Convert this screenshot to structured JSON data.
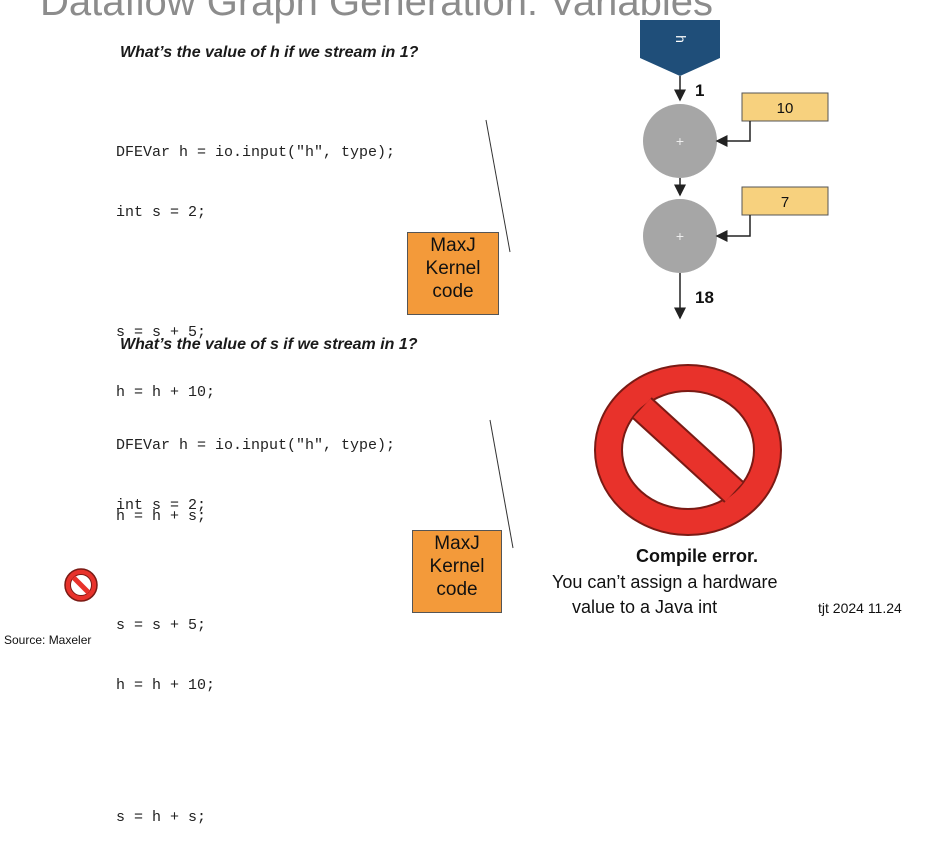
{
  "slide": {
    "title": "Dataflow Graph Generation: Variables",
    "footer_source": "Source: Maxeler",
    "footer_stamp": "tjt 2024 11.24"
  },
  "section1": {
    "question": "What’s the value of h if we stream in 1?",
    "code_lines": [
      "DFEVar h = io.input(\"h\", type);",
      "int s = 2;",
      "",
      "s = s + 5;",
      "h = h + 10;",
      "",
      "h = h + s;"
    ],
    "kernel_label": [
      "MaxJ",
      "Kernel",
      "code"
    ]
  },
  "section2": {
    "question": "What’s the value of s if we stream in 1?",
    "code_lines": [
      "DFEVar h = io.input(\"h\", type);",
      "int s = 2;",
      "",
      "s = s + 5;",
      "h = h + 10;",
      "",
      "s = h + s;"
    ],
    "kernel_label": [
      "MaxJ",
      "Kernel",
      "code"
    ]
  },
  "graph": {
    "input_label": "h",
    "input_value": "1",
    "const1": "10",
    "const2": "7",
    "adder_symbol": "+",
    "output_value": "18",
    "colors": {
      "input_node": "#1f4e79",
      "adder": "#a6a6a6",
      "const_box": "#f7d17e"
    }
  },
  "error": {
    "title": "Compile error.",
    "line1": "You can’t assign a hardware",
    "line2": "value to a Java int",
    "icon": "prohibited-icon",
    "colors": {
      "ring": "#e8322b",
      "outline": "#7a1a14"
    }
  }
}
